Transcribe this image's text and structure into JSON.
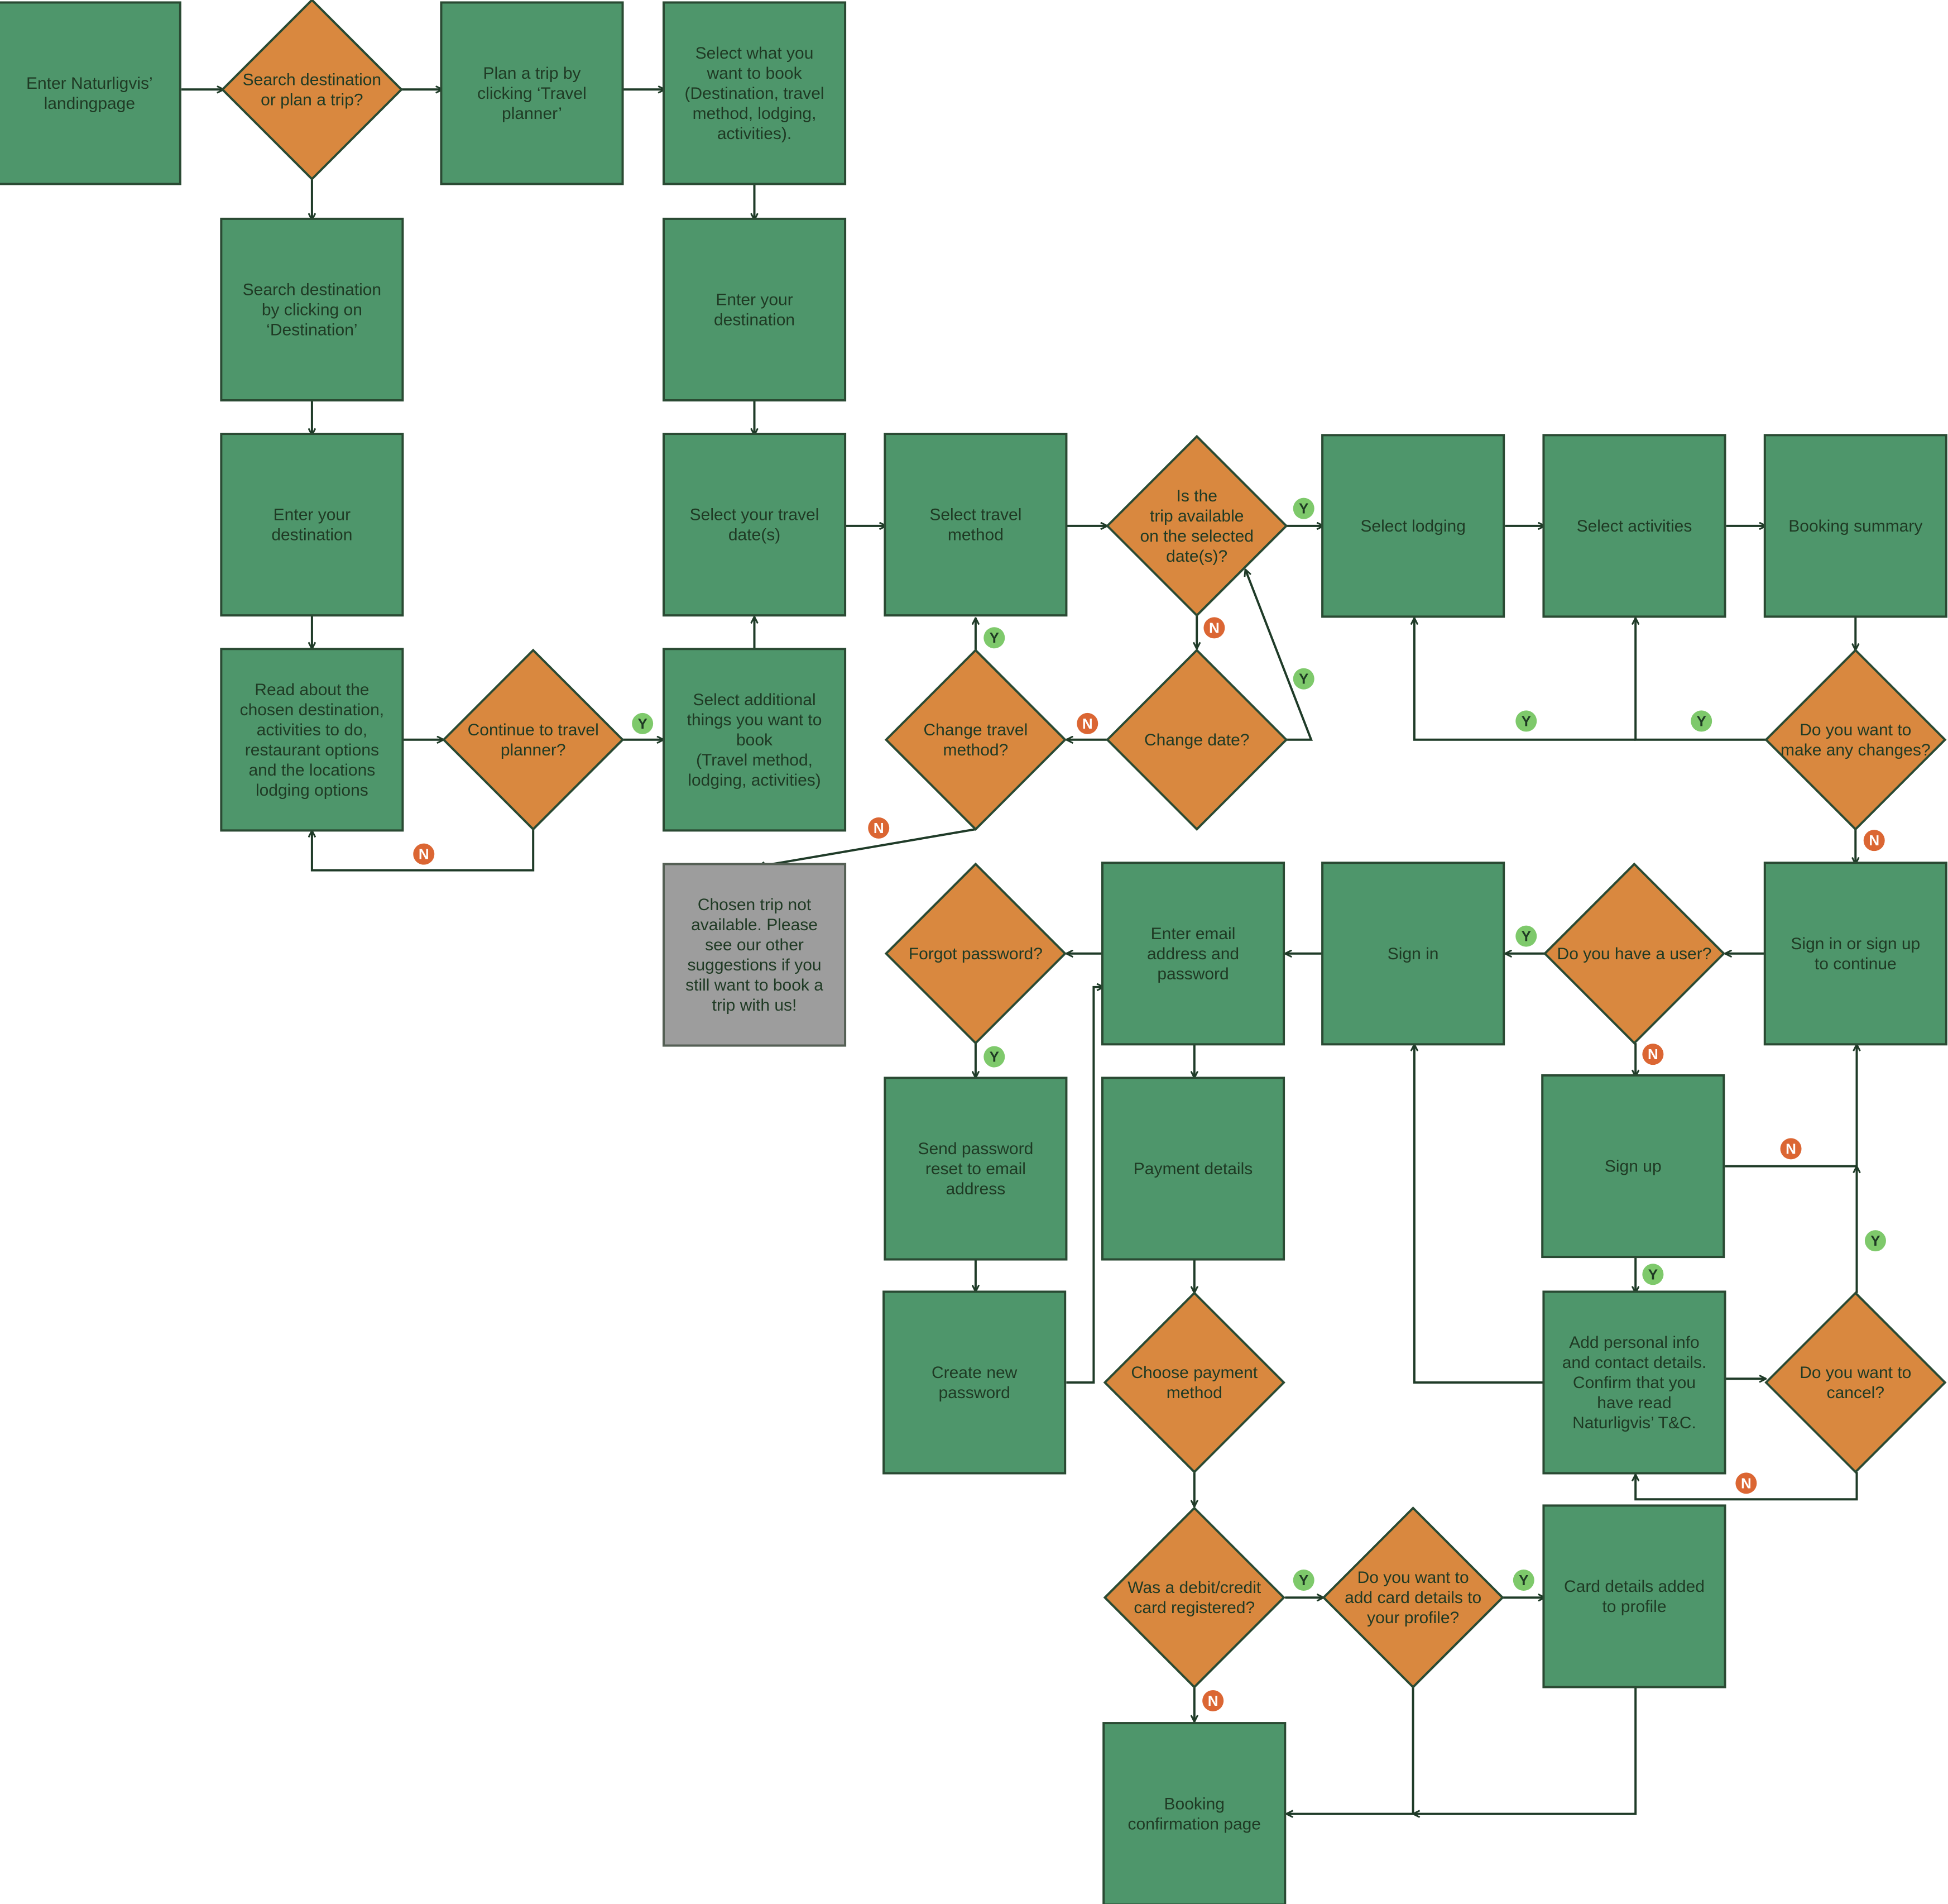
{
  "colors": {
    "process_fill": "#4e966b",
    "process_stroke": "#2a4a33",
    "decision_fill": "#d9883f",
    "decision_stroke": "#2a4a33",
    "terminal_fill": "#9d9d9d",
    "terminal_stroke": "#556055",
    "edge": "#1f3b28",
    "yes_badge": "#7ec96b",
    "no_badge": "#db6633",
    "text": "#1f3a24"
  },
  "nodes": [
    {
      "id": "n1",
      "type": "process",
      "name": "enter-landingpage-box",
      "lines": [
        "Enter Naturligvis’",
        "landingpage"
      ]
    },
    {
      "id": "n2",
      "type": "decision",
      "name": "search-or-plan-decision",
      "lines": [
        "Search destination",
        "or plan a trip?"
      ]
    },
    {
      "id": "n3",
      "type": "process",
      "name": "plan-trip-box",
      "lines": [
        "Plan a trip by",
        "clicking ‘Travel",
        "planner’"
      ]
    },
    {
      "id": "n4",
      "type": "process",
      "name": "select-what-to-book-box",
      "lines": [
        "Select what you",
        "want to book",
        "(Destination, travel",
        "method, lodging,",
        "activities)."
      ]
    },
    {
      "id": "n5",
      "type": "process",
      "name": "search-destination-box",
      "lines": [
        "Search destination",
        "by clicking on",
        "‘Destination’"
      ]
    },
    {
      "id": "n6",
      "type": "process",
      "name": "enter-destination-planner-box",
      "lines": [
        "Enter your",
        "destination"
      ]
    },
    {
      "id": "n7",
      "type": "process",
      "name": "enter-destination-search-box",
      "lines": [
        "Enter your",
        "destination"
      ]
    },
    {
      "id": "n8",
      "type": "process",
      "name": "select-travel-dates-box",
      "lines": [
        "Select your travel",
        "date(s)"
      ]
    },
    {
      "id": "n9",
      "type": "process",
      "name": "select-travel-method-box",
      "lines": [
        "Select travel",
        "method"
      ]
    },
    {
      "id": "n10",
      "type": "decision",
      "name": "trip-available-decision",
      "lines": [
        "Is the",
        "trip available",
        "on the selected",
        "date(s)?"
      ]
    },
    {
      "id": "n11",
      "type": "process",
      "name": "select-lodging-box",
      "lines": [
        "Select lodging"
      ]
    },
    {
      "id": "n12",
      "type": "process",
      "name": "select-activities-box",
      "lines": [
        "Select activities"
      ]
    },
    {
      "id": "n13",
      "type": "process",
      "name": "booking-summary-box",
      "lines": [
        "Booking summary"
      ]
    },
    {
      "id": "n14",
      "type": "process",
      "name": "read-about-destination-box",
      "lines": [
        "Read about the",
        "chosen destination,",
        "activities to do,",
        "restaurant options",
        "and the locations",
        "lodging options"
      ]
    },
    {
      "id": "n15",
      "type": "decision",
      "name": "continue-to-planner-decision",
      "lines": [
        "Continue to travel",
        "planner?"
      ]
    },
    {
      "id": "n16",
      "type": "process",
      "name": "select-additional-things-box",
      "lines": [
        "Select additional",
        "things you want to",
        "book",
        "(Travel method,",
        "lodging, activities)"
      ]
    },
    {
      "id": "n17",
      "type": "decision",
      "name": "change-travel-method-decision",
      "lines": [
        "Change travel",
        "method?"
      ]
    },
    {
      "id": "n18",
      "type": "decision",
      "name": "change-date-decision",
      "lines": [
        "Change date?"
      ]
    },
    {
      "id": "n19",
      "type": "decision",
      "name": "make-changes-decision",
      "lines": [
        "Do you want to",
        "make any changes?"
      ]
    },
    {
      "id": "n20",
      "type": "terminal",
      "name": "trip-not-available-box",
      "lines": [
        "Chosen trip not",
        "available. Please",
        "see our other",
        "suggestions if you",
        "still want to book a",
        "trip with us!"
      ]
    },
    {
      "id": "n21",
      "type": "decision",
      "name": "forgot-password-decision",
      "lines": [
        "Forgot password?"
      ]
    },
    {
      "id": "n22",
      "type": "process",
      "name": "enter-email-password-box",
      "lines": [
        "Enter email",
        "address and",
        "password"
      ]
    },
    {
      "id": "n23",
      "type": "process",
      "name": "sign-in-box",
      "lines": [
        "Sign in"
      ]
    },
    {
      "id": "n24",
      "type": "decision",
      "name": "have-user-decision",
      "lines": [
        "Do you have a user?"
      ]
    },
    {
      "id": "n25",
      "type": "process",
      "name": "sign-in-or-up-box",
      "lines": [
        "Sign in or sign up",
        "to continue"
      ]
    },
    {
      "id": "n26",
      "type": "process",
      "name": "send-password-reset-box",
      "lines": [
        "Send password",
        "reset to email",
        "address"
      ]
    },
    {
      "id": "n27",
      "type": "process",
      "name": "payment-details-box",
      "lines": [
        "Payment details"
      ]
    },
    {
      "id": "n28",
      "type": "process",
      "name": "sign-up-box",
      "lines": [
        "Sign up"
      ]
    },
    {
      "id": "n29",
      "type": "process",
      "name": "create-new-password-box",
      "lines": [
        "Create new",
        "password"
      ]
    },
    {
      "id": "n30",
      "type": "decision",
      "name": "choose-payment-method-decision",
      "lines": [
        "Choose payment",
        "method"
      ]
    },
    {
      "id": "n31",
      "type": "process",
      "name": "add-personal-info-box",
      "lines": [
        "Add personal info",
        "and contact details.",
        "Confirm that you",
        "have read",
        "Naturligvis’ T&C."
      ]
    },
    {
      "id": "n32",
      "type": "decision",
      "name": "want-to-cancel-decision",
      "lines": [
        "Do you want to",
        "cancel?"
      ]
    },
    {
      "id": "n33",
      "type": "decision",
      "name": "card-registered-decision",
      "lines": [
        "Was a debit/credit",
        "card registered?"
      ]
    },
    {
      "id": "n34",
      "type": "decision",
      "name": "add-card-to-profile-decision",
      "lines": [
        "Do you want to",
        "add card details to",
        "your profile?"
      ]
    },
    {
      "id": "n35",
      "type": "process",
      "name": "card-added-box",
      "lines": [
        "Card details added",
        "to profile"
      ]
    },
    {
      "id": "n36",
      "type": "process",
      "name": "booking-confirmation-box",
      "lines": [
        "Booking",
        "confirmation page"
      ]
    }
  ],
  "edges": [
    {
      "label": "",
      "from": "n1",
      "to": "n2"
    },
    {
      "label": "",
      "from": "n2",
      "to": "n3"
    },
    {
      "label": "",
      "from": "n3",
      "to": "n4"
    },
    {
      "label": "",
      "from": "n2",
      "to": "n5"
    },
    {
      "label": "",
      "from": "n4",
      "to": "n6"
    },
    {
      "label": "",
      "from": "n5",
      "to": "n7"
    },
    {
      "label": "",
      "from": "n6",
      "to": "n8"
    },
    {
      "label": "",
      "from": "n7",
      "to": "n14"
    },
    {
      "label": "",
      "from": "n14",
      "to": "n15"
    },
    {
      "label": "Y",
      "from": "n15",
      "to": "n16"
    },
    {
      "label": "N",
      "from": "n15",
      "to": "n14"
    },
    {
      "label": "",
      "from": "n16",
      "to": "n8"
    },
    {
      "label": "",
      "from": "n8",
      "to": "n9"
    },
    {
      "label": "",
      "from": "n9",
      "to": "n10"
    },
    {
      "label": "Y",
      "from": "n10",
      "to": "n11"
    },
    {
      "label": "N",
      "from": "n10",
      "to": "n18"
    },
    {
      "label": "Y",
      "from": "n18",
      "to": "n10"
    },
    {
      "label": "N",
      "from": "n18",
      "to": "n17"
    },
    {
      "label": "Y",
      "from": "n17",
      "to": "n9"
    },
    {
      "label": "N",
      "from": "n17",
      "to": "n20"
    },
    {
      "label": "",
      "from": "n11",
      "to": "n12"
    },
    {
      "label": "",
      "from": "n12",
      "to": "n13"
    },
    {
      "label": "",
      "from": "n13",
      "to": "n19"
    },
    {
      "label": "Y",
      "from": "n19",
      "to": "n12"
    },
    {
      "label": "Y",
      "from": "n19",
      "to": "n11"
    },
    {
      "label": "N",
      "from": "n19",
      "to": "n25"
    },
    {
      "label": "",
      "from": "n25",
      "to": "n24"
    },
    {
      "label": "Y",
      "from": "n24",
      "to": "n23"
    },
    {
      "label": "N",
      "from": "n24",
      "to": "n28"
    },
    {
      "label": "",
      "from": "n23",
      "to": "n22"
    },
    {
      "label": "",
      "from": "n22",
      "to": "n21"
    },
    {
      "label": "Y",
      "from": "n21",
      "to": "n26"
    },
    {
      "label": "",
      "from": "n26",
      "to": "n29"
    },
    {
      "label": "",
      "from": "n29",
      "to": "n22"
    },
    {
      "label": "",
      "from": "n22",
      "to": "n27"
    },
    {
      "label": "",
      "from": "n27",
      "to": "n30"
    },
    {
      "label": "",
      "from": "n30",
      "to": "n33"
    },
    {
      "label": "Y",
      "from": "n28",
      "to": "n31"
    },
    {
      "label": "N",
      "from": "n28",
      "to": "n25"
    },
    {
      "label": "",
      "from": "n31",
      "to": "n23"
    },
    {
      "label": "",
      "from": "n31",
      "to": "n32"
    },
    {
      "label": "Y",
      "from": "n32",
      "to": "n25"
    },
    {
      "label": "N",
      "from": "n32",
      "to": "n31"
    },
    {
      "label": "Y",
      "from": "n33",
      "to": "n34"
    },
    {
      "label": "N",
      "from": "n33",
      "to": "n36"
    },
    {
      "label": "Y",
      "from": "n34",
      "to": "n35"
    },
    {
      "label": "",
      "from": "n34",
      "to": "n36"
    },
    {
      "label": "",
      "from": "n35",
      "to": "n36"
    }
  ]
}
